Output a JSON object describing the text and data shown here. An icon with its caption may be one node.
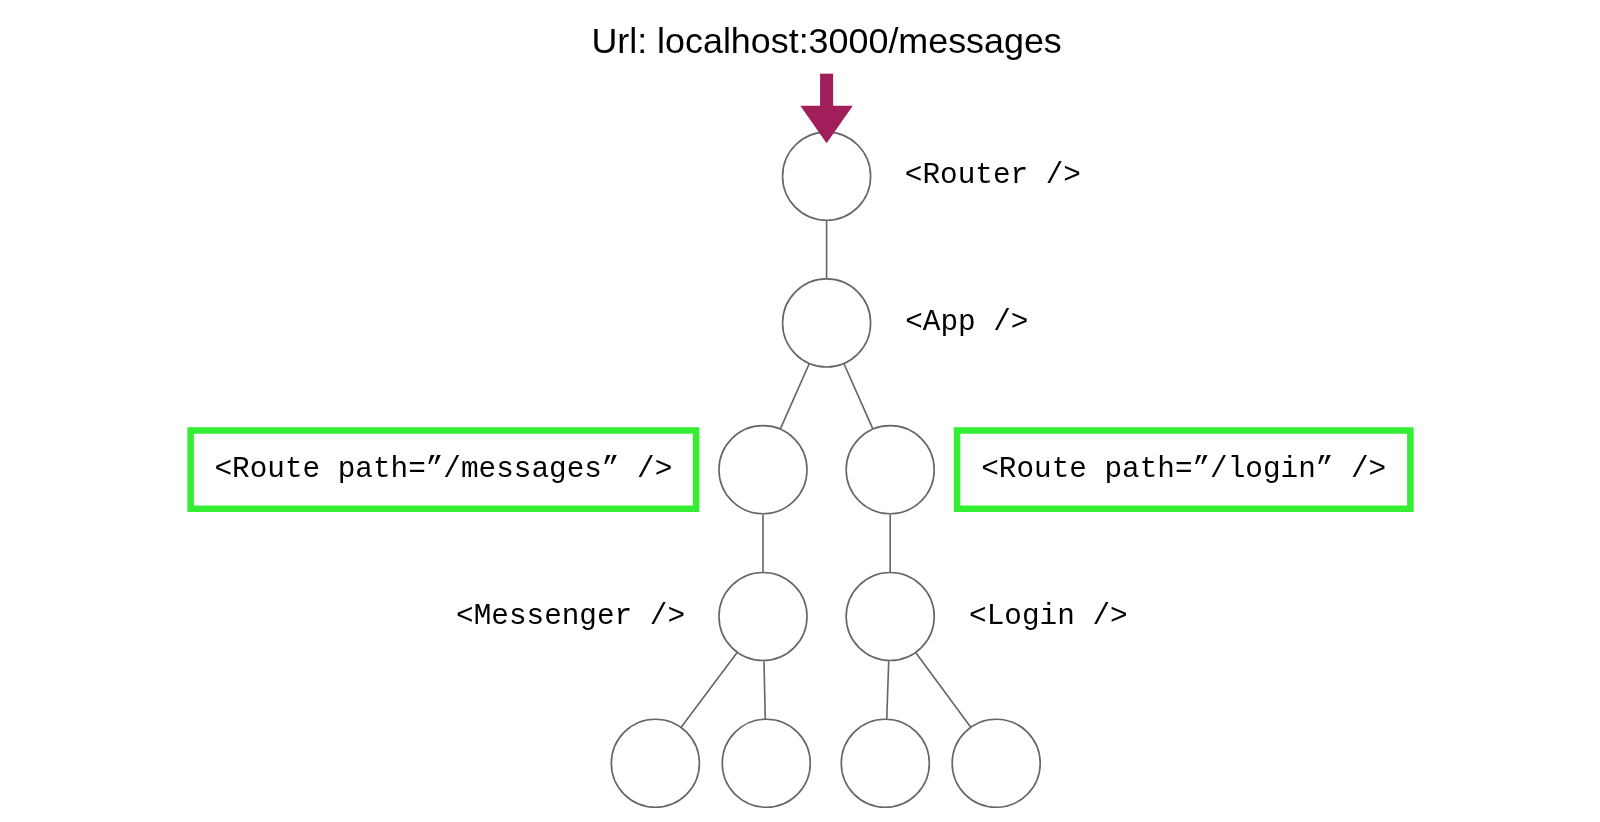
{
  "diagram": {
    "nodes": [
      {
        "text": [
          "Url: localhost:3000/messages"
        ]
      },
      {
        "text": [],
        "shape": "circle",
        "beside": [
          "<Router />"
        ]
      },
      {
        "text": [],
        "shape": "circle",
        "beside": [
          "<App />"
        ]
      },
      {
        "text": [
          "<Route path=”/messages” />"
        ]
      },
      {
        "text": [],
        "shape": "circle"
      },
      {
        "text": [],
        "shape": "circle"
      },
      {
        "text": [
          "<Route path=”/login” />"
        ]
      },
      {
        "text": [],
        "shape": "circle",
        "beside": [
          "<Messenger />"
        ]
      },
      {
        "text": [],
        "shape": "circle",
        "beside": [
          "<Login />"
        ]
      },
      {
        "text": [],
        "shape": "circle"
      },
      {
        "text": [],
        "shape": "circle"
      },
      {
        "text": [],
        "shape": "circle"
      },
      {
        "text": [],
        "shape": "circle"
      }
    ],
    "edges": [
      {
        "from": 0,
        "to": 1,
        "arrow": "to",
        "style": "thick",
        "color": "#a01f5a"
      },
      {
        "from": 1,
        "to": 2,
        "arrow": "none"
      },
      {
        "from": 2,
        "to": 4,
        "arrow": "none"
      },
      {
        "from": 2,
        "to": 5,
        "arrow": "none"
      },
      {
        "from": 4,
        "to": 7,
        "arrow": "none"
      },
      {
        "from": 5,
        "to": 8,
        "arrow": "none"
      },
      {
        "from": 7,
        "to": 9,
        "arrow": "none"
      },
      {
        "from": 7,
        "to": 10,
        "arrow": "none"
      },
      {
        "from": 8,
        "to": 11,
        "arrow": "none"
      },
      {
        "from": 8,
        "to": 12,
        "arrow": "none"
      }
    ]
  }
}
